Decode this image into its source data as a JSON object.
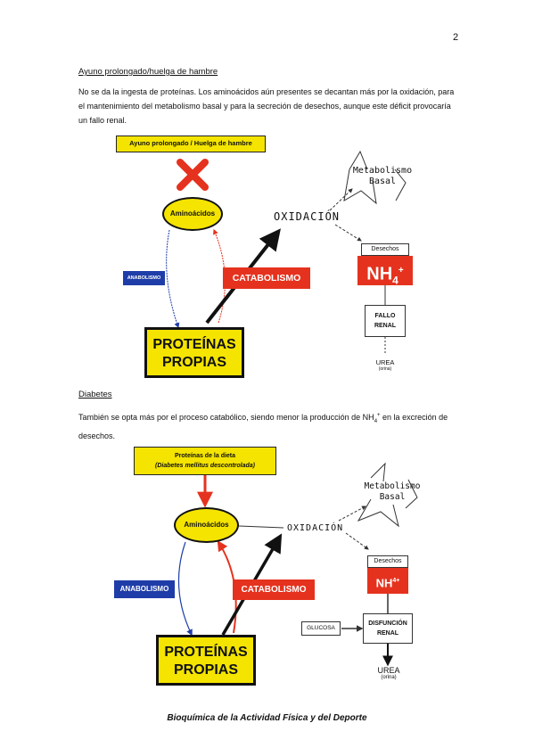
{
  "page_number": "2",
  "section1": {
    "heading": "Ayuno prolongado/huelga de hambre",
    "paragraph": "No se da la ingesta de proteínas. Los aminoácidos aún presentes se decantan más por la oxidación, para el mantenimiento del metabolismo basal y para la secreción de desechos, aunque este déficit provocaría un fallo renal.",
    "diagram": {
      "top_label": "Ayuno prolongado / Huelga de hambre",
      "aminoacidos": "Aminoácidos",
      "anabolismo": "ANABOLISMO",
      "catabolismo": "CATABOLISMO",
      "proteinas_line1": "PROTEÍNAS",
      "proteinas_line2": "PROPIAS",
      "oxidacion": "OXIDACIÓN",
      "metabolismo_line1": "Metabolismo",
      "metabolismo_line2": "Basal",
      "desechos": "Desechos",
      "nh4": "NH",
      "nh4_sub": "4",
      "nh4_sup": "+",
      "fallo_line1": "FALLO",
      "fallo_line2": "RENAL",
      "urea": "UREA",
      "orina": "(orina)"
    }
  },
  "section2": {
    "heading": "Diabetes",
    "paragraph_a": "También se opta más por el proceso catabólico, siendo menor la producción de NH",
    "paragraph_sub": "4",
    "paragraph_sup": "+",
    "paragraph_b": " en la excreción de desechos.",
    "diagram": {
      "top_line1": "Proteínas de la dieta",
      "top_line2": "(Diabetes mellitus descontrolada)",
      "aminoacidos": "Aminoácidos",
      "anabolismo": "ANABOLISMO",
      "catabolismo": "CATABOLISMO",
      "proteinas_line1": "PROTEÍNAS",
      "proteinas_line2": "PROPIAS",
      "oxidacion": "OXIDACIÓN",
      "metabolismo_line1": "Metabolismo",
      "metabolismo_line2": "Basal",
      "desechos": "Desechos",
      "nh4": "NH",
      "nh4_sup": "4+",
      "glucosa": "GLUCOSA",
      "disfuncion_line1": "DISFUNCIÓN",
      "disfuncion_line2": "RENAL",
      "urea": "UREA",
      "orina": "(orina)"
    }
  },
  "footer": "Bioquímica de la Actividad Física y del Deporte",
  "colors": {
    "yellow": "#f4e400",
    "red": "#e5321e",
    "blue": "#1f3da8"
  },
  "icons": [
    "cross-icon"
  ]
}
